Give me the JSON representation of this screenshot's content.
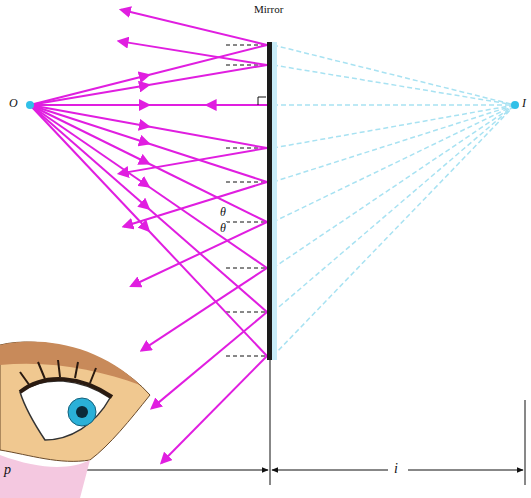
{
  "diagram": {
    "labels": [
      "Mirror",
      "O",
      "I",
      "θ",
      "θ",
      "p",
      "i"
    ]
  }
}
